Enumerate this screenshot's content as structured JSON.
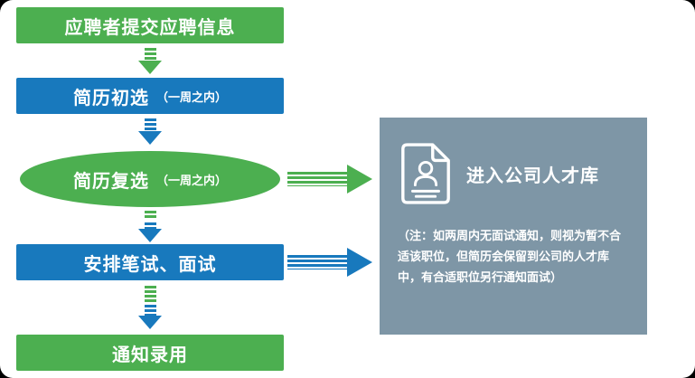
{
  "colors": {
    "green": "#4CAF50",
    "blue": "#1879BD",
    "slate_panel": "#7E96A6",
    "text_on_fill": "#FFFFFF"
  },
  "flow": {
    "steps": [
      {
        "label": "应聘者提交应聘信息",
        "sub": "",
        "shape": "rect",
        "color": "green"
      },
      {
        "label": "简历初选",
        "sub": "（一周之内）",
        "shape": "rect",
        "color": "blue"
      },
      {
        "label": "简历复选",
        "sub": "（一周之内）",
        "shape": "ellipse",
        "color": "green"
      },
      {
        "label": "安排笔试、面试",
        "sub": "",
        "shape": "rect",
        "color": "blue"
      },
      {
        "label": "通知录用",
        "sub": "",
        "shape": "rect",
        "color": "green"
      }
    ]
  },
  "panel": {
    "title": "进入公司人才库",
    "note": "（注：如两周内无面试通知，则视为暂不合适该职位，但简历会保留到公司的人才库中，有合适职位另行通知面试）"
  },
  "icons": {
    "talent_pool": "resume-document-person-icon"
  }
}
